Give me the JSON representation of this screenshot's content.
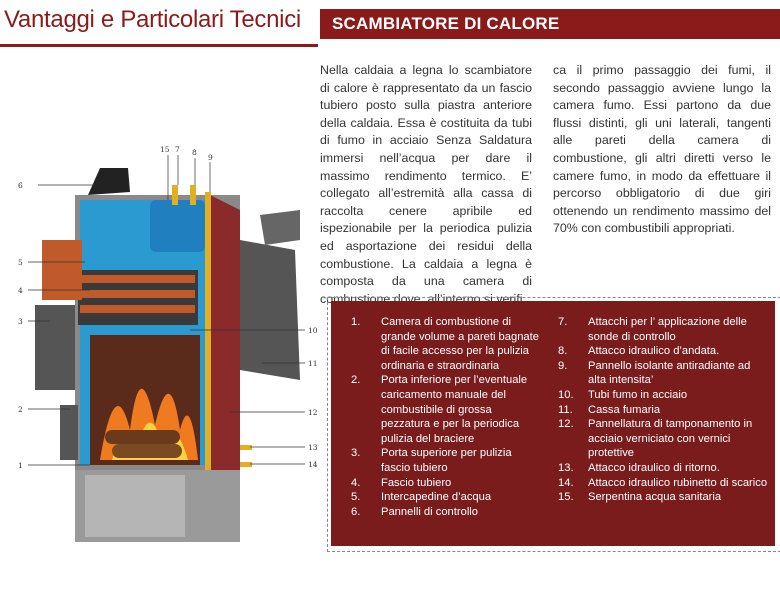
{
  "header": {
    "title": "Vantaggi e Particolari Tecnici",
    "section": "SCAMBIATORE DI CALORE"
  },
  "body": {
    "col1": "Nella caldaia a legna lo scambiatore di calore è rappresentato da un fascio tubiero posto sulla piastra anteriore della caldaia. Essa è costituita da tubi di fumo in acciaio Senza Saldatura immersi nell’acqua per dare il massimo rendimento termico. E’ collegato all’estremità alla cassa di raccolta cenere apribile ed ispezionabile per la periodica pulizia ed asportazione dei residui della combustione. La caldaia a legna è composta da una camera di combustione dove, all’interno si verifi",
    "col2": "ca il primo passaggio dei fumi, il secondo passaggio avviene lungo la camera fumo. Essi partono da due flussi distinti, gli uni laterali, tangenti alle pareti della camera di combustione, gli altri diretti verso le camere fumo, in modo da effettuare il percorso obbligatorio di due giri ottenendo un rendimento massimo del 70% con combustibili appropriati."
  },
  "legend": {
    "left": [
      {
        "num": "1.",
        "text": "Camera di combustione di grande volume a pareti bagnate di facile accesso per la pulizia ordinaria e straordinaria"
      },
      {
        "num": "2.",
        "text": "Porta inferiore per l’eventuale caricamento manuale del combustibile di grossa pezzatura e per la periodica pulizia del braciere"
      },
      {
        "num": "3.",
        "text": "Porta superiore per pulizia fascio tubiero"
      },
      {
        "num": "4.",
        "text": "Fascio tubiero"
      },
      {
        "num": "5.",
        "text": "Intercapedine d’acqua"
      },
      {
        "num": "6.",
        "text": "Pannelli di controllo"
      }
    ],
    "right": [
      {
        "num": "7.",
        "text": "Attacchi per l’ applicazione delle sonde di controllo"
      },
      {
        "num": "8.",
        "text": "Attacco idraulico d’andata."
      },
      {
        "num": "9.",
        "text": "Pannello isolante antiradiante ad alta intensita’"
      },
      {
        "num": "10.",
        "text": "Tubi fumo in acciaio"
      },
      {
        "num": "11.",
        "text": "Cassa fumaria"
      },
      {
        "num": "12.",
        "text": "Pannellatura di tamponamento in acciaio verniciato con vernici protettive"
      },
      {
        "num": "13.",
        "text": "Attacco idraulico di ritorno."
      },
      {
        "num": "14.",
        "text": "Attacco idraulico rubinetto di scarico"
      },
      {
        "num": "15.",
        "text": " Serpentina acqua sanitaria"
      }
    ]
  },
  "diagram": {
    "labels": [
      "15",
      "7",
      "8",
      "9",
      "6",
      "5",
      "4",
      "3",
      "2",
      "1",
      "10",
      "11",
      "12",
      "13",
      "14"
    ]
  }
}
